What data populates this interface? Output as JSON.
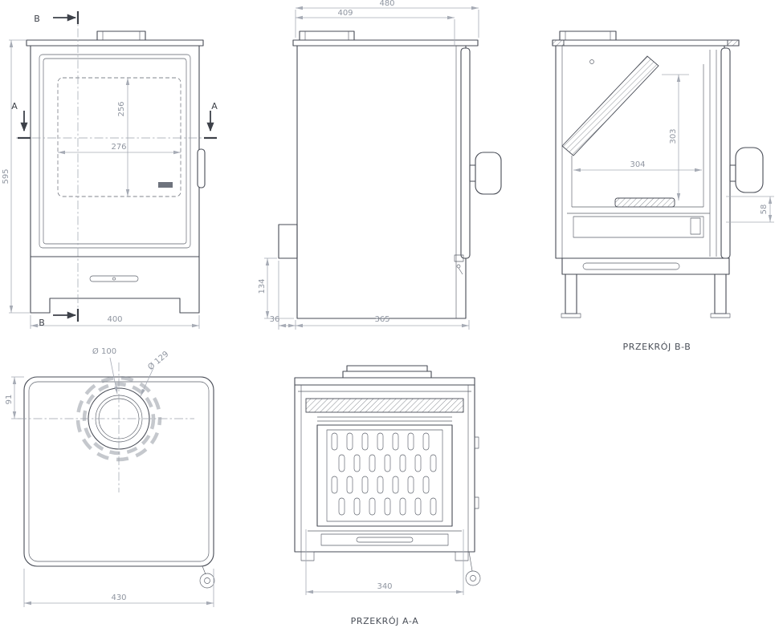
{
  "colors": {
    "object_line": "#474b55",
    "dimension_line": "#a6abb5",
    "dimension_text": "#8f95a0",
    "section_label_text": "#4a4f58",
    "background": "#ffffff"
  },
  "views": {
    "front": {
      "dims": {
        "height": "595",
        "width": "400",
        "glass_width": "276",
        "glass_height": "256"
      },
      "section_markers": {
        "a": "A",
        "b": "B"
      }
    },
    "side": {
      "dims": {
        "overall_depth": "480",
        "body_depth": "409",
        "rear_height": "134",
        "rear_offset": "36",
        "base_depth": "365"
      }
    },
    "section_bb": {
      "label": "PRZEKRÓJ B-B",
      "dims": {
        "firebox_height": "303",
        "firebox_depth": "304",
        "grate_height": "58"
      }
    },
    "top": {
      "dims": {
        "flue_inner_diameter": "Ø 100",
        "flue_outer_diameter": "Ø 129",
        "flue_center_offset": "91",
        "width": "430"
      }
    },
    "section_aa": {
      "label": "PRZEKRÓJ A-A",
      "dims": {
        "firebox_width": "340"
      }
    }
  }
}
